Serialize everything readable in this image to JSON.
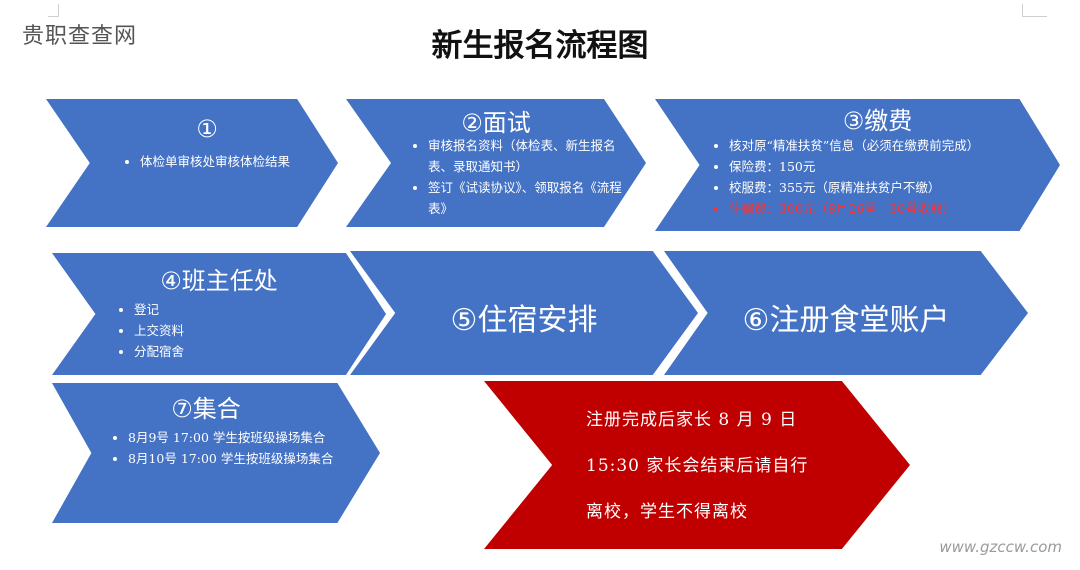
{
  "page": {
    "title": "新生报名流程图",
    "watermark_top": "贵职查查网",
    "watermark_bottom": "www.gzccw.com"
  },
  "steps": [
    {
      "heading": "①",
      "items": [
        "体检单审核处审核体检结果"
      ]
    },
    {
      "heading": "②面试",
      "items": [
        "审核报名资料（体检表、新生报名表、录取通知书）",
        "签订《试读协议》、领取报名《流程表》"
      ]
    },
    {
      "heading": "③缴费",
      "items": [
        "核对原“精准扶贫”信息（必须在缴费前完成）",
        "保险费：150元",
        "校服费：355元（原精准扶贫户不缴）",
        "住宿费：300元（8月26号—30号收取）"
      ]
    },
    {
      "heading": "④班主任处",
      "items": [
        "登记",
        "上交资料",
        "分配宿舍"
      ]
    },
    {
      "heading": "⑤住宿安排",
      "items": []
    },
    {
      "heading": "⑥注册食堂账户",
      "items": []
    },
    {
      "heading": "⑦集合",
      "items": [
        "8月9号 17:00 学生按班级操场集合",
        "8月10号 17:00 学生按班级操场集合"
      ]
    }
  ],
  "notice": {
    "lines": [
      "注册完成后家长 8 月 9 日",
      "15:30 家长会结束后请自行",
      "离校，学生不得离校"
    ]
  },
  "colors": {
    "arrow_blue": "#4472c4",
    "arrow_red": "#c00000",
    "highlight_text": "#ff3030"
  }
}
